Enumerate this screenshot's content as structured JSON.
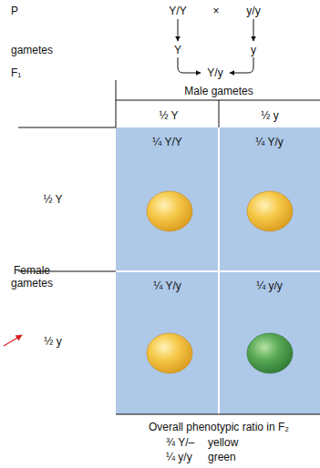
{
  "diagram": {
    "nodes": [
      {
        "text": [
          "¼ Y/Y"
        ]
      },
      {
        "text": [
          "¼ Y/y"
        ]
      },
      {
        "text": [
          "¼ Y/y"
        ]
      },
      {
        "text": [
          "¼ y/y"
        ]
      }
    ],
    "labels": [
      "P",
      "Y/Y",
      "×",
      "y/y",
      "gametes",
      "Y",
      "y",
      "F₁",
      "Y/y",
      "Male gametes",
      "½ Y",
      "½ y",
      "½ Y",
      "Female gametes",
      "½ y",
      "Overall phenotypic ratio in F₂",
      "¾ Y/–",
      "yellow",
      "¼ y/y",
      "green"
    ]
  }
}
